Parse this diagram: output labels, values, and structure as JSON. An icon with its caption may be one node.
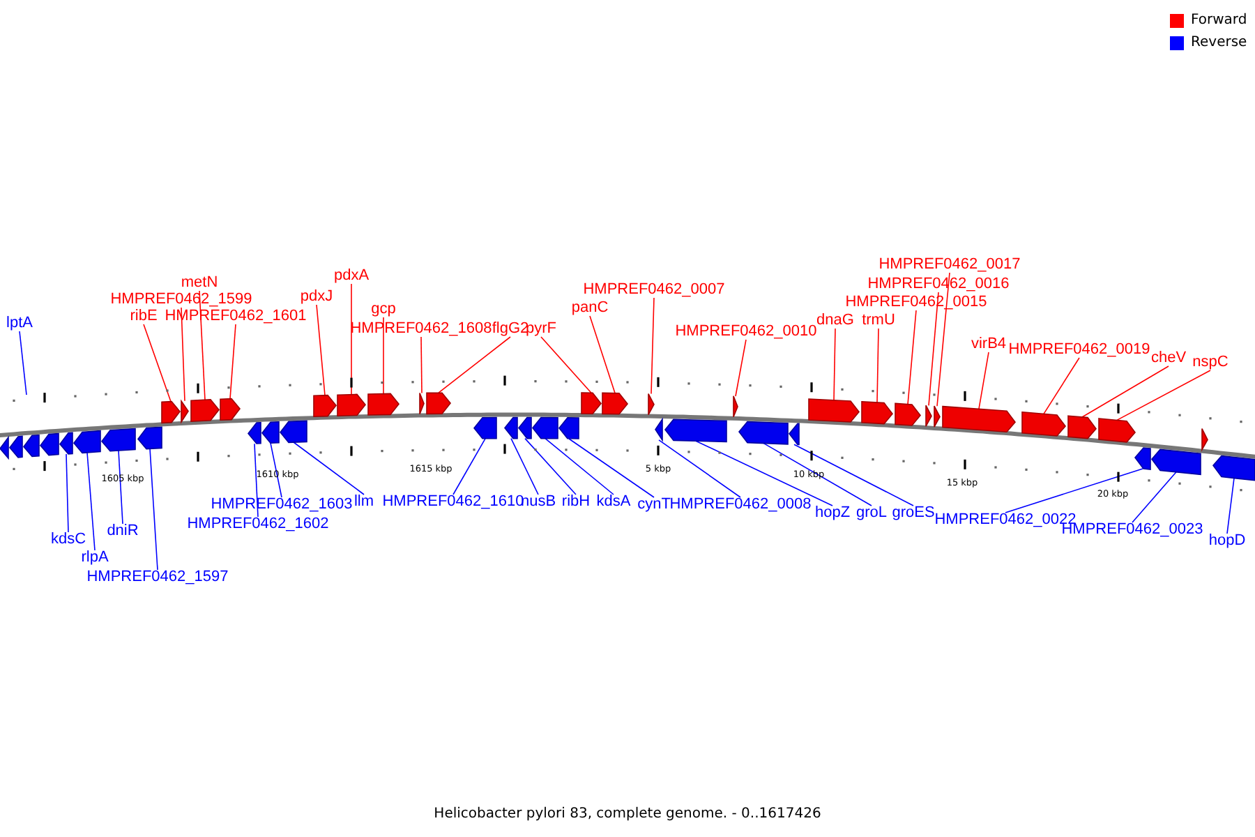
{
  "diagram": {
    "caption": "Helicobacter pylori 83, complete genome. - 0..1617426",
    "nodes": [
      {
        "text": [
          "HMPREF0462_0017"
        ]
      },
      {
        "text": [
          "HMPREF0462_0016"
        ]
      },
      {
        "text": [
          "pdxA"
        ]
      },
      {
        "text": [
          "metN"
        ]
      },
      {
        "text": [
          "HMPREF0462_0007"
        ]
      },
      {
        "text": [
          "pdxJ"
        ]
      },
      {
        "text": [
          "HMPREF0462_1599"
        ]
      },
      {
        "text": [
          "HMPREF0462_0015"
        ]
      },
      {
        "text": [
          "panC"
        ]
      },
      {
        "text": [
          "gcp"
        ]
      },
      {
        "text": [
          "ribE"
        ]
      },
      {
        "text": [
          "HMPREF0462_1601"
        ]
      },
      {
        "text": [
          "dnaG"
        ]
      },
      {
        "text": [
          "trmU"
        ]
      },
      {
        "text": [
          "lptA"
        ]
      },
      {
        "text": [
          "HMPREF0462_1608"
        ]
      },
      {
        "text": [
          "flgG2"
        ]
      },
      {
        "text": [
          "pyrF"
        ]
      },
      {
        "text": [
          "HMPREF0462_0010"
        ]
      },
      {
        "text": [
          "virB4"
        ]
      },
      {
        "text": [
          "HMPREF0462_0019"
        ]
      },
      {
        "text": [
          "cheV"
        ]
      },
      {
        "text": [
          "nspC"
        ]
      },
      {
        "text": [
          "llm"
        ]
      },
      {
        "text": [
          "HMPREF0462_1610"
        ]
      },
      {
        "text": [
          "nusB"
        ]
      },
      {
        "text": [
          "ribH"
        ]
      },
      {
        "text": [
          "kdsA"
        ]
      },
      {
        "text": [
          "HMPREF0462_1603"
        ]
      },
      {
        "text": [
          "cynT"
        ]
      },
      {
        "text": [
          "HMPREF0462_0008"
        ]
      },
      {
        "text": [
          "hopZ"
        ]
      },
      {
        "text": [
          "groL"
        ]
      },
      {
        "text": [
          "groES"
        ]
      },
      {
        "text": [
          "HMPREF0462_0022"
        ]
      },
      {
        "text": [
          "HMPREF0462_1602"
        ]
      },
      {
        "text": [
          "HMPREF0462_0023"
        ]
      },
      {
        "text": [
          "dniR"
        ]
      },
      {
        "text": [
          "kdsC"
        ]
      },
      {
        "text": [
          "hopD"
        ]
      },
      {
        "text": [
          "rlpA"
        ]
      },
      {
        "text": [
          "HMPREF0462_1597"
        ]
      },
      {
        "text": [],
        "shape": "arrow"
      },
      {
        "text": [],
        "shape": "arrow"
      },
      {
        "text": [],
        "shape": "arrow"
      },
      {
        "text": [],
        "shape": "arrow"
      },
      {
        "text": [],
        "shape": "arrow"
      },
      {
        "text": [],
        "shape": "arrow"
      },
      {
        "text": [],
        "shape": "arrow"
      },
      {
        "text": [],
        "shape": "arrow"
      },
      {
        "text": [],
        "shape": "arrow"
      },
      {
        "text": [],
        "shape": "arrow"
      },
      {
        "text": [],
        "shape": "arrow"
      },
      {
        "text": [],
        "shape": "arrow"
      },
      {
        "text": [],
        "shape": "arrow"
      },
      {
        "text": [],
        "shape": "arrow"
      },
      {
        "text": [],
        "shape": "arrow"
      },
      {
        "text": [],
        "shape": "arrow"
      },
      {
        "text": [],
        "shape": "arrow"
      },
      {
        "text": [],
        "shape": "arrow"
      },
      {
        "text": [],
        "shape": "arrow"
      },
      {
        "text": [],
        "shape": "arrow"
      },
      {
        "text": [],
        "shape": "arrow"
      },
      {
        "text": [],
        "shape": "arrow"
      },
      {
        "text": [],
        "shape": "arrow"
      },
      {
        "text": [],
        "shape": "arrow"
      },
      {
        "text": [],
        "shape": "arrow"
      },
      {
        "text": [],
        "shape": "arrow"
      },
      {
        "text": [],
        "shape": "arrow"
      },
      {
        "text": [],
        "shape": "arrow"
      },
      {
        "text": [],
        "shape": "arrow"
      },
      {
        "text": [],
        "shape": "arrow"
      },
      {
        "text": [],
        "shape": "arrow"
      },
      {
        "text": [],
        "shape": "arrow"
      },
      {
        "text": [],
        "shape": "arrow"
      },
      {
        "text": [],
        "shape": "arrow"
      },
      {
        "text": [],
        "shape": "arrow"
      },
      {
        "text": [],
        "shape": "arrow"
      },
      {
        "text": [],
        "shape": "arrow"
      },
      {
        "text": [],
        "shape": "arrow"
      },
      {
        "text": [],
        "shape": "arrow"
      },
      {
        "text": [],
        "shape": "arrow"
      },
      {
        "text": [],
        "shape": "arrow"
      },
      {
        "text": [],
        "shape": "arrow"
      },
      {
        "text": [],
        "shape": "arrow"
      },
      {
        "text": [],
        "shape": "arrow"
      },
      {
        "text": [],
        "shape": "arrow"
      },
      {
        "text": [],
        "shape": "arrow"
      }
    ],
    "edges": [
      {
        "from": 0,
        "to": 79,
        "arrow": "none"
      },
      {
        "from": 1,
        "to": 78,
        "arrow": "none"
      },
      {
        "from": 2,
        "to": 58,
        "arrow": "none"
      },
      {
        "from": 3,
        "to": 52,
        "arrow": "none"
      },
      {
        "from": 4,
        "to": 69,
        "arrow": "none"
      },
      {
        "from": 5,
        "to": 57,
        "arrow": "none"
      },
      {
        "from": 6,
        "to": 51,
        "arrow": "none"
      },
      {
        "from": 7,
        "to": 77,
        "arrow": "none"
      },
      {
        "from": 8,
        "to": 68,
        "arrow": "none"
      },
      {
        "from": 9,
        "to": 59,
        "arrow": "none"
      },
      {
        "from": 10,
        "to": 50,
        "arrow": "none"
      },
      {
        "from": 11,
        "to": 53,
        "arrow": "none"
      },
      {
        "from": 12,
        "to": 75,
        "arrow": "none"
      },
      {
        "from": 13,
        "to": 76,
        "arrow": "none"
      },
      {
        "from": 14,
        "to": null,
        "arrow": "none",
        "color": "#0000ff"
      },
      {
        "from": 15,
        "to": 60,
        "arrow": "none"
      },
      {
        "from": 16,
        "to": 61,
        "arrow": "none"
      },
      {
        "from": 17,
        "to": 67,
        "arrow": "none"
      },
      {
        "from": 18,
        "to": 72,
        "arrow": "none"
      },
      {
        "from": 19,
        "to": 80,
        "arrow": "none"
      },
      {
        "from": 20,
        "to": 81,
        "arrow": "none"
      },
      {
        "from": 21,
        "to": 82,
        "arrow": "none"
      },
      {
        "from": 22,
        "to": 83,
        "arrow": "none"
      },
      {
        "from": 23,
        "to": 56,
        "arrow": "none",
        "color": "#0000ff"
      },
      {
        "from": 24,
        "to": 62,
        "arrow": "none",
        "color": "#0000ff"
      },
      {
        "from": 25,
        "to": 63,
        "arrow": "none",
        "color": "#0000ff"
      },
      {
        "from": 26,
        "to": 64,
        "arrow": "none",
        "color": "#0000ff"
      },
      {
        "from": 27,
        "to": 65,
        "arrow": "none",
        "color": "#0000ff"
      },
      {
        "from": 28,
        "to": 55,
        "arrow": "none",
        "color": "#0000ff"
      },
      {
        "from": 29,
        "to": 66,
        "arrow": "none",
        "color": "#0000ff"
      },
      {
        "from": 30,
        "to": 70,
        "arrow": "none",
        "color": "#0000ff"
      },
      {
        "from": 31,
        "to": 71,
        "arrow": "none",
        "color": "#0000ff"
      },
      {
        "from": 32,
        "to": 73,
        "arrow": "none",
        "color": "#0000ff"
      },
      {
        "from": 33,
        "to": 74,
        "arrow": "none",
        "color": "#0000ff"
      },
      {
        "from": 34,
        "to": 84,
        "arrow": "none",
        "color": "#0000ff"
      },
      {
        "from": 35,
        "to": 54,
        "arrow": "none",
        "color": "#0000ff"
      },
      {
        "from": 36,
        "to": 85,
        "arrow": "none",
        "color": "#0000ff"
      },
      {
        "from": 37,
        "to": 48,
        "arrow": "none",
        "color": "#0000ff"
      },
      {
        "from": 38,
        "to": 46,
        "arrow": "none",
        "color": "#0000ff"
      },
      {
        "from": 39,
        "to": 87,
        "arrow": "none",
        "color": "#0000ff"
      },
      {
        "from": 40,
        "to": 47,
        "arrow": "none",
        "color": "#0000ff"
      },
      {
        "from": 41,
        "to": 49,
        "arrow": "none",
        "color": "#0000ff"
      }
    ],
    "labels": [
      "1605 kbp",
      "1610 kbp",
      "1615 kbp",
      "5 kbp",
      "10 kbp",
      "15 kbp",
      "20 kbp"
    ],
    "legend": [
      {
        "text": "Forward",
        "color": "#ff0000"
      },
      {
        "text": "Reverse",
        "color": "#0000ff"
      }
    ]
  }
}
